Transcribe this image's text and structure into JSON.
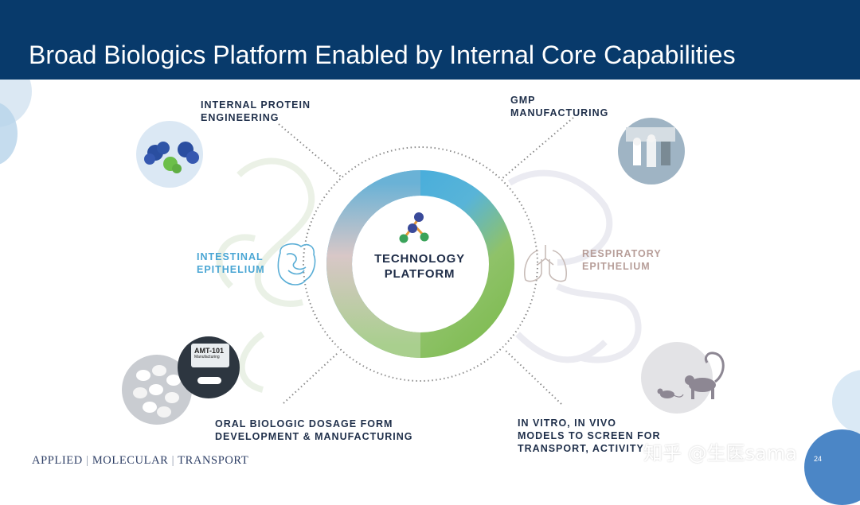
{
  "slide": {
    "title": "Broad Biologics Platform Enabled by Internal Core Capabilities",
    "page_number": "24"
  },
  "center": {
    "line1": "TECHNOLOGY",
    "line2": "PLATFORM"
  },
  "capabilities": {
    "protein_engineering": {
      "line1": "INTERNAL PROTEIN",
      "line2": "ENGINEERING"
    },
    "gmp": {
      "line1": "GMP",
      "line2": "MANUFACTURING"
    },
    "intestinal": {
      "line1": "INTESTINAL",
      "line2": "EPITHELIUM"
    },
    "respiratory": {
      "line1": "RESPIRATORY",
      "line2": "EPITHELIUM"
    },
    "oral_dosage": {
      "line1": "ORAL BIOLOGIC DOSAGE FORM",
      "line2": "DEVELOPMENT & MANUFACTURING"
    },
    "models": {
      "line1": "IN VITRO, IN VIVO",
      "line2": "MODELS TO SCREEN FOR",
      "line3": "TRANSPORT, ACTIVITY"
    }
  },
  "photo_label": {
    "text": "AMT-101",
    "sub": "Manufacturing"
  },
  "footer": {
    "company_part1": "APPLIED",
    "company_part2": "MOLECULAR",
    "company_part3": "TRANSPORT",
    "separator": "|"
  },
  "watermark": "知乎 @生医sama",
  "colors": {
    "header": "#083a6b",
    "ring_blue": "#3fa9dc",
    "ring_green": "#7fbf52",
    "ring_pink": "#d9c6c6",
    "intestinal_text": "#4aa6d4",
    "respiratory_text": "#b79e99",
    "dark_text": "#1f2f4a"
  },
  "icons": [
    "protein-structure-icon",
    "molecule-icon",
    "intestine-icon",
    "lungs-icon",
    "monkey-icon",
    "mouse-icon",
    "capsule-icon"
  ]
}
